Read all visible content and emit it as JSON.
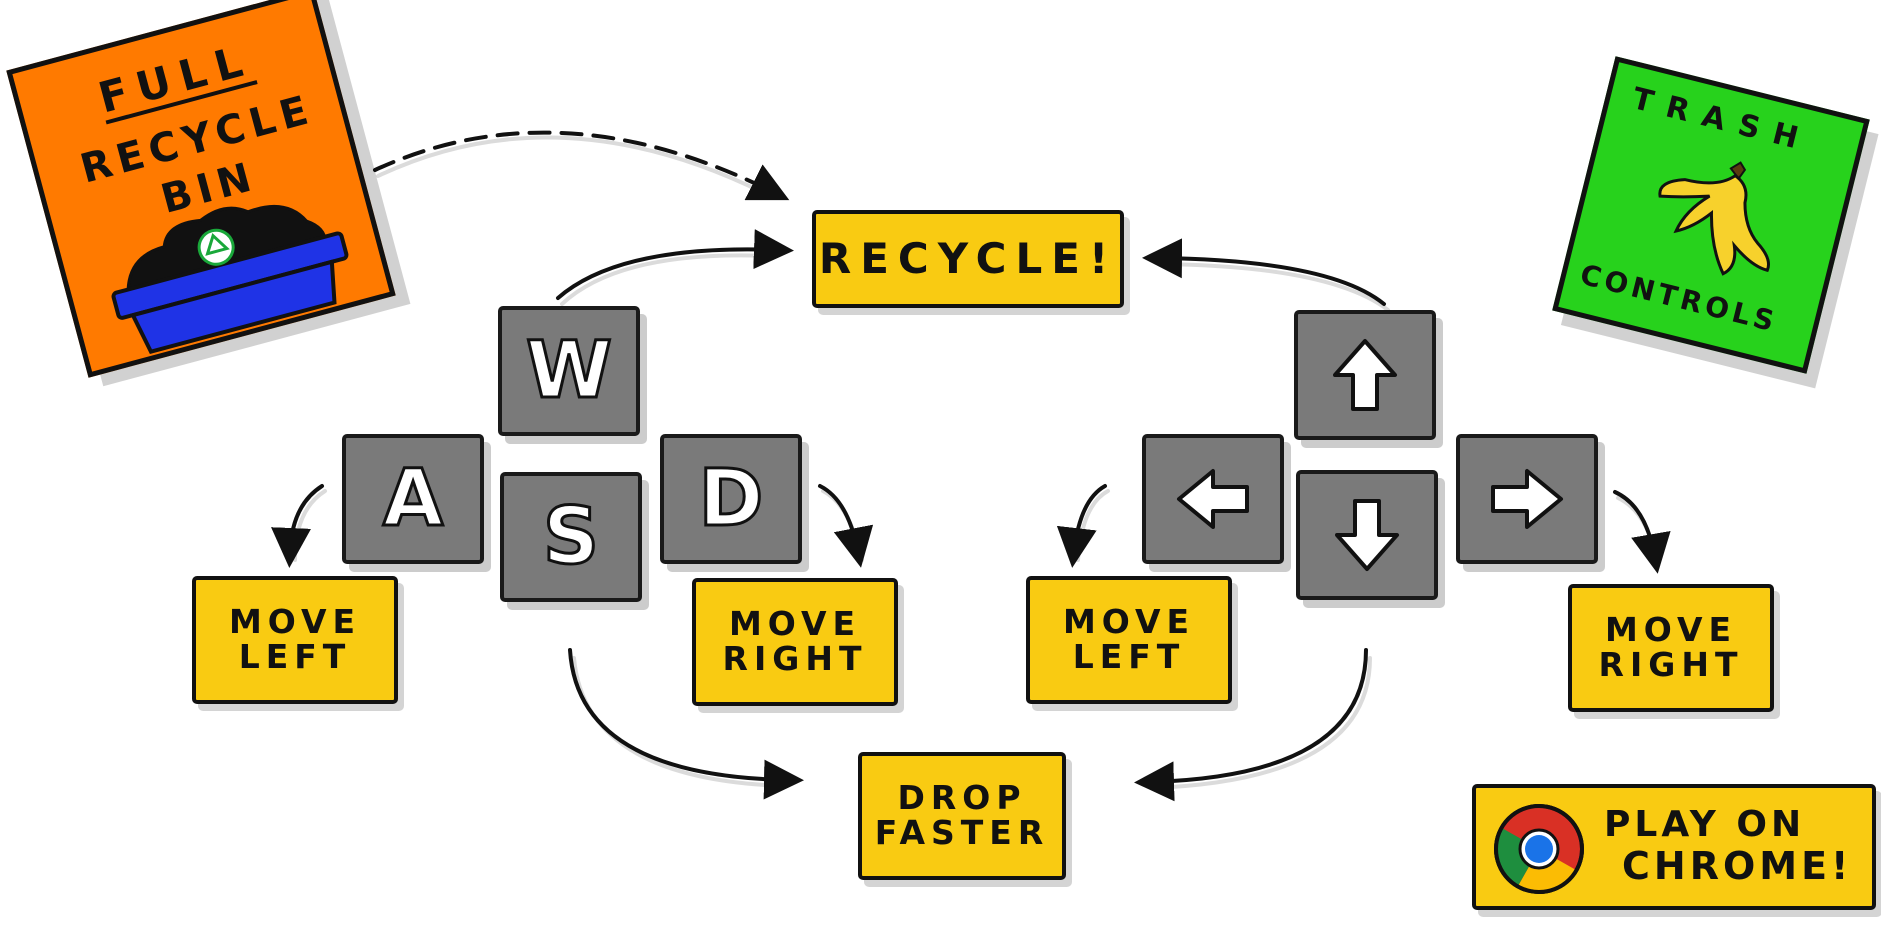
{
  "colors": {
    "label_yellow": "#f9cb12",
    "key_gray": "#7a7a7a",
    "sticker_orange": "#ff7a00",
    "sticker_green": "#27d21c",
    "bin_blue": "#1f33e6",
    "recycle_green": "#1aa83a"
  },
  "recycle_sticker": {
    "line1": "FULL",
    "line2": "RECYCLE",
    "line3": "BIN",
    "icon": "recycle-bin-icon"
  },
  "trash_sticker": {
    "top": "TRASH",
    "bottom": "CONTROLS",
    "icon": "banana-peel-icon"
  },
  "actions": {
    "recycle": "RECYCLE!",
    "move_left_1": "MOVE",
    "move_left_2": "LEFT",
    "move_right_1": "MOVE",
    "move_right_2": "RIGHT",
    "drop_1": "DROP",
    "drop_2": "FASTER"
  },
  "keys": {
    "wasd": [
      "W",
      "A",
      "S",
      "D"
    ],
    "arrows": [
      "arrow-up-icon",
      "arrow-left-icon",
      "arrow-down-icon",
      "arrow-right-icon"
    ]
  },
  "chrome": {
    "line1": "PLAY ON",
    "line2": "CHROME!",
    "icon": "chrome-logo-icon"
  }
}
